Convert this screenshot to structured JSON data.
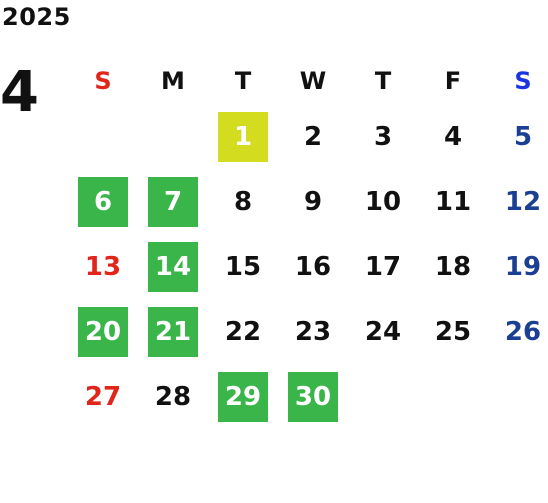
{
  "year": "2025",
  "month": "4",
  "weekdays": [
    "S",
    "M",
    "T",
    "W",
    "T",
    "F",
    "S"
  ],
  "weeks": [
    [
      {
        "day": ""
      },
      {
        "day": ""
      },
      {
        "day": "1",
        "hl": "lime"
      },
      {
        "day": "2"
      },
      {
        "day": "3"
      },
      {
        "day": "4"
      },
      {
        "day": "5"
      }
    ],
    [
      {
        "day": "6",
        "hl": "green"
      },
      {
        "day": "7",
        "hl": "green"
      },
      {
        "day": "8"
      },
      {
        "day": "9"
      },
      {
        "day": "10"
      },
      {
        "day": "11"
      },
      {
        "day": "12"
      }
    ],
    [
      {
        "day": "13"
      },
      {
        "day": "14",
        "hl": "green"
      },
      {
        "day": "15"
      },
      {
        "day": "16"
      },
      {
        "day": "17"
      },
      {
        "day": "18"
      },
      {
        "day": "19"
      }
    ],
    [
      {
        "day": "20",
        "hl": "green"
      },
      {
        "day": "21",
        "hl": "green"
      },
      {
        "day": "22"
      },
      {
        "day": "23"
      },
      {
        "day": "24"
      },
      {
        "day": "25"
      },
      {
        "day": "26"
      }
    ],
    [
      {
        "day": "27"
      },
      {
        "day": "28"
      },
      {
        "day": "29",
        "hl": "green"
      },
      {
        "day": "30",
        "hl": "green"
      },
      {
        "day": ""
      },
      {
        "day": ""
      },
      {
        "day": ""
      }
    ]
  ],
  "colors": {
    "sunday": "#e1251b",
    "saturday": "#1b3f92",
    "saturday_header": "#1d35e0",
    "highlight_green": "#3ab54a",
    "highlight_lime": "#d4dc1f"
  }
}
